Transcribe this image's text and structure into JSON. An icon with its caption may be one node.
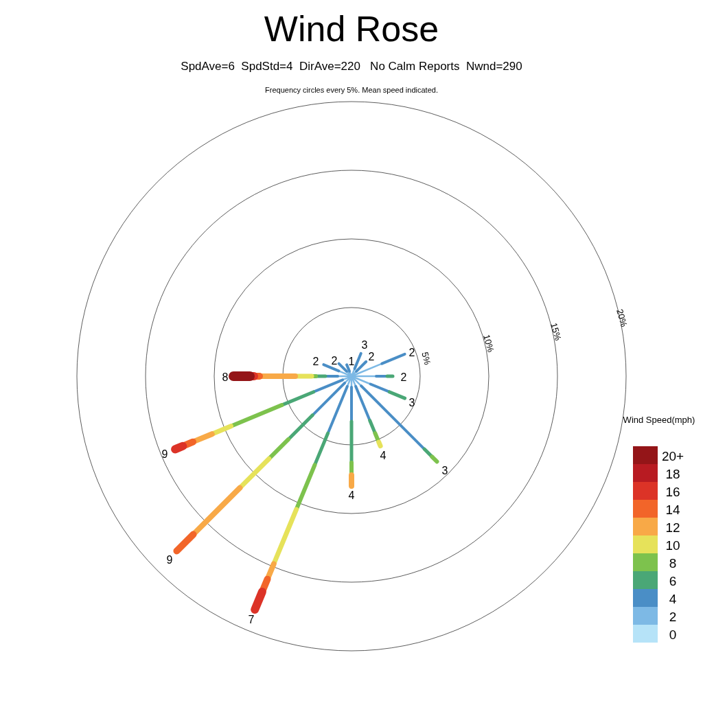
{
  "diagram": {
    "title": "Wind Rose",
    "labels": [
      "SpdAve=6  SpdStd=4  DirAve=220   No Calm Reports  Nwnd=290",
      "Frequency circles every 5%. Mean speed indicated.",
      "20%",
      "15%",
      "10%",
      "3",
      "2",
      "2",
      "5%",
      "2",
      "2",
      "1",
      "8",
      "2",
      "3",
      "Wind Speed(mph)",
      "9",
      "4",
      "3",
      "4",
      "9",
      "7"
    ],
    "legend": [
      {
        "text": "20+",
        "color": "#941518"
      },
      {
        "text": "18",
        "color": "#b81b22"
      },
      {
        "text": "16",
        "color": "#dc3327"
      },
      {
        "text": "14",
        "color": "#f26529"
      },
      {
        "text": "12",
        "color": "#f8a947"
      },
      {
        "text": "10",
        "color": "#e6e25a"
      },
      {
        "text": "8",
        "color": "#7dc24d"
      },
      {
        "text": "6",
        "color": "#4aa776"
      },
      {
        "text": "4",
        "color": "#4a8ec6"
      },
      {
        "text": "2",
        "color": "#7db9e5"
      },
      {
        "text": "0",
        "color": "#b6e3f8"
      }
    ]
  }
}
